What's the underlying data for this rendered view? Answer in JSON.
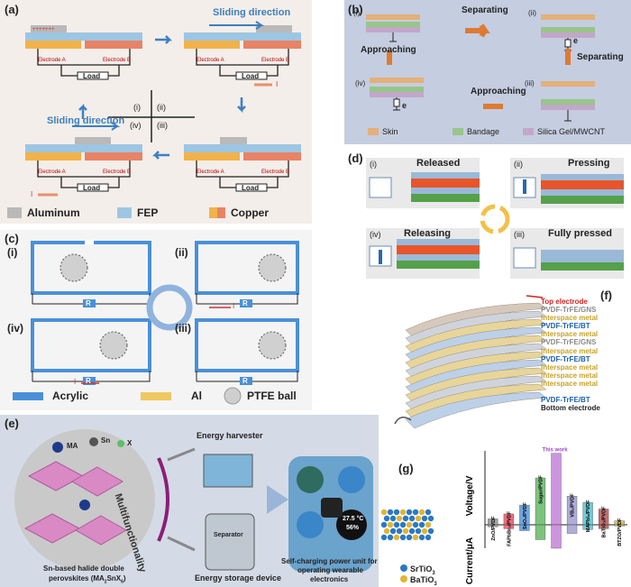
{
  "panel_a": {
    "label": "(a)",
    "sliding_direction_top": "Sliding direction",
    "sliding_direction_bottom": "Sliding direction",
    "electrode_a": "Electrode A",
    "electrode_b": "Electrode B",
    "load": "Load",
    "current": "I",
    "steps": [
      "(i)",
      "(ii)",
      "(iv)",
      "(iii)"
    ],
    "legend": [
      "Aluminum",
      "FEP",
      "Copper"
    ]
  },
  "panel_b": {
    "label": "(b)",
    "steps": [
      "(i)",
      "(ii)",
      "(iii)",
      "(iv)"
    ],
    "separating": "Separating",
    "approaching": "Approaching",
    "e": "e",
    "legend": [
      "Skin",
      "Bandage",
      "Silica Gel/MWCNT"
    ]
  },
  "panel_c": {
    "label": "(c)",
    "steps": [
      "(i)",
      "(ii)",
      "(iv)",
      "(iii)"
    ],
    "r": "R",
    "current": "I",
    "legend": [
      "Acrylic",
      "Al",
      "PTFE ball"
    ]
  },
  "panel_d": {
    "label": "(d)",
    "states": [
      {
        "num": "(i)",
        "name": "Released"
      },
      {
        "num": "(ii)",
        "name": "Pressing"
      },
      {
        "num": "(iv)",
        "name": "Releasing"
      },
      {
        "num": "(iii)",
        "name": "Fully pressed"
      }
    ]
  },
  "panel_e": {
    "label": "(e)",
    "ma": "MA",
    "sn": "Sn",
    "x": "X",
    "multifunctionality": "Multifunctionality",
    "energy_harvester": "Energy harvester",
    "separator": "Separator",
    "energy_storage": "Energy storage device",
    "perovskite_caption_1": "Sn-based halide double",
    "perovskite_caption_2": "perovskites (MA",
    "self_charging_1": "Self-charging power unit for",
    "self_charging_2": "operating wearable",
    "self_charging_3": "electronics",
    "watch_temp": "27.5 °C",
    "watch_hum": "56%"
  },
  "panel_f": {
    "label": "(f)",
    "layers": [
      {
        "text": "Top electrode",
        "color": "#d42020"
      },
      {
        "text": "PVDF-TrFE/GNS",
        "color": "#8a8a8a"
      },
      {
        "text": "Interspace metal",
        "color": "#c9a227"
      },
      {
        "text": "PVDF-TrFE/BT",
        "color": "#1a5fb0"
      },
      {
        "text": "Interspace metal",
        "color": "#c9a227"
      },
      {
        "text": "PVDF-TrFE/GNS",
        "color": "#8a8a8a"
      },
      {
        "text": "Interspace metal",
        "color": "#c9a227"
      },
      {
        "text": "PVDF-TrFE/BT",
        "color": "#1a5fb0"
      },
      {
        "text": "Interspace metal",
        "color": "#c9a227"
      },
      {
        "text": "Interspace metal",
        "color": "#c9a227"
      },
      {
        "text": "Interspace metal",
        "color": "#c9a227"
      },
      {
        "text": "PVDF-TrFE/BT",
        "color": "#1a5fb0"
      },
      {
        "text": "Bottom electrode",
        "color": "#222222"
      }
    ]
  },
  "panel_g": {
    "label": "(g)",
    "legend": [
      "SrTiO",
      "BaTiO"
    ],
    "this_work": "This work"
  },
  "chart_data": {
    "type": "bar",
    "ylabel_top": "Voltage/V",
    "ylabel_bottom": "Current/μA",
    "categories": [
      "ZnO/PVDF",
      "FAPbBr₃/PVDF",
      "SnO₂/PVDF",
      "Sugar/PVDF",
      "This work",
      "VB₂/PVDF",
      "MAPbI₃/PVDF",
      "BaTiO₃/PVDF",
      "BTZO/PVDF"
    ],
    "series": [
      {
        "values": [
          12,
          22,
          40,
          95,
          145,
          58,
          45,
          32,
          8
        ]
      },
      {
        "values": [
          -5,
          -10,
          -15,
          -38,
          -60,
          -22,
          -12,
          -10,
          -3
        ]
      }
    ],
    "colors": [
      "#8c8c8c",
      "#e84a5f",
      "#4a90d9",
      "#5bb55b",
      "#c07ad6",
      "#9a9ad0",
      "#4dbdc9",
      "#b24a4a",
      "#c9b23a"
    ]
  }
}
